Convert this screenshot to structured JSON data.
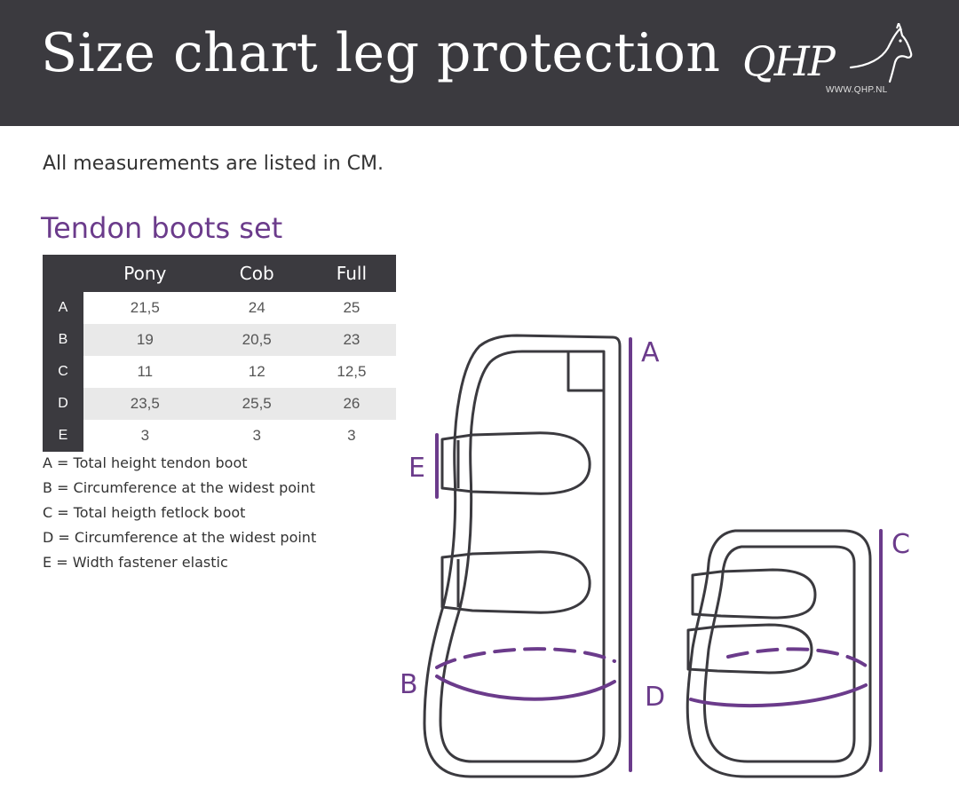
{
  "header": {
    "title": "Size chart leg protection",
    "logo_text": "QHP",
    "logo_url": "WWW.QHP.NL"
  },
  "note": "All measurements are listed in CM.",
  "section_title": "Tendon boots set",
  "table": {
    "columns": [
      "Pony",
      "Cob",
      "Full"
    ],
    "rows": [
      {
        "label": "A",
        "values": [
          "21,5",
          "24",
          "25"
        ]
      },
      {
        "label": "B",
        "values": [
          "19",
          "20,5",
          "23"
        ]
      },
      {
        "label": "C",
        "values": [
          "11",
          "12",
          "12,5"
        ]
      },
      {
        "label": "D",
        "values": [
          "23,5",
          "25,5",
          "26"
        ]
      },
      {
        "label": "E",
        "values": [
          "3",
          "3",
          "3"
        ]
      }
    ]
  },
  "legend": [
    "A = Total height tendon boot",
    "B = Circumference at the widest point",
    "C = Total heigth fetlock boot",
    "D = Circumference at the widest point",
    "E = Width fastener elastic"
  ],
  "diagram": {
    "labels": {
      "a": "A",
      "b": "B",
      "c": "C",
      "d": "D",
      "e": "E"
    },
    "colors": {
      "accent": "#6b3b8b",
      "outline": "#3b3a3f"
    }
  }
}
